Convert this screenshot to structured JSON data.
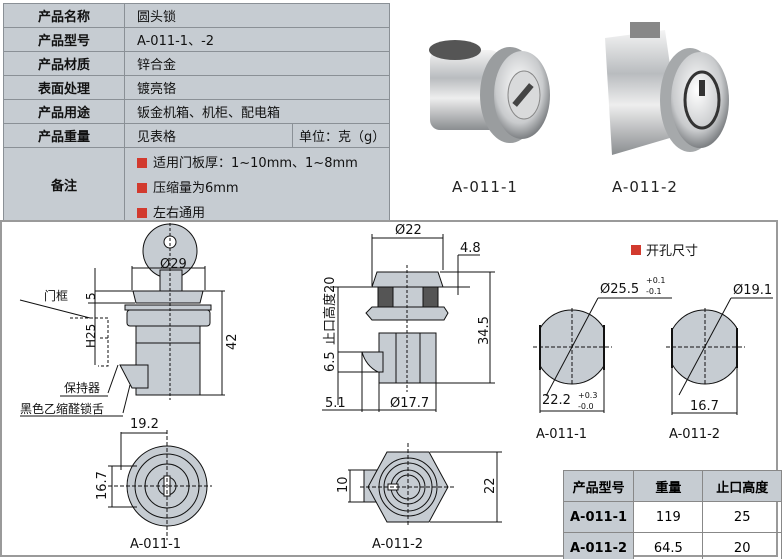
{
  "spec": {
    "rows": [
      {
        "label": "产品名称",
        "value": "圆头锁"
      },
      {
        "label": "产品型号",
        "value": "A-011-1、-2"
      },
      {
        "label": "产品材质",
        "value": "锌合金"
      },
      {
        "label": "表面处理",
        "value": "镀亮铬"
      },
      {
        "label": "产品用途",
        "value": "钣金机箱、机柜、配电箱"
      },
      {
        "label": "产品重量",
        "value": "见表格",
        "unit": "单位：克（g）"
      }
    ],
    "remarks_label": "备注",
    "remarks": [
      "适用门板厚：1~10mm、1~8mm",
      "压缩量为6mm",
      "左右通用"
    ],
    "bullet_color": "#d23a2e"
  },
  "photos": {
    "left_label": "A-011-1",
    "right_label": "A-011-2"
  },
  "side_view": {
    "dia": "Ø29",
    "dim_5": "5",
    "dim_h25": "H25",
    "dim_42": "42",
    "door_frame": "门框",
    "retainer": "保持器",
    "tongue": "黑色乙缩醛锁舌"
  },
  "section_view": {
    "dia22": "Ø22",
    "dim_48": "4.8",
    "dim_345": "34.5",
    "stop_height": "止口高度20",
    "dim_65": "6.5",
    "dim_51": "5.1",
    "dia177": "Ø17.7"
  },
  "cutout": {
    "title": "开孔尺寸",
    "a1": {
      "dia": "Ø25.5",
      "dia_tol_plus": "+0.1",
      "dia_tol_minus": "-0.1",
      "width": "22.2",
      "w_tol_plus": "+0.3",
      "w_tol_minus": "-0.0",
      "label": "A-011-1"
    },
    "a2": {
      "dia": "Ø19.1",
      "width": "16.7",
      "label": "A-011-2"
    }
  },
  "front_views": {
    "a1": {
      "dim_w": "19.2",
      "dim_h": "16.7",
      "label": "A-011-1"
    },
    "a2": {
      "dim_10": "10",
      "dim_22": "22",
      "label": "A-011-2"
    }
  },
  "weight_table": {
    "headers": [
      "产品型号",
      "重量",
      "止口高度"
    ],
    "rows": [
      [
        "A-011-1",
        "119",
        "25"
      ],
      [
        "A-011-2",
        "64.5",
        "20"
      ]
    ]
  }
}
